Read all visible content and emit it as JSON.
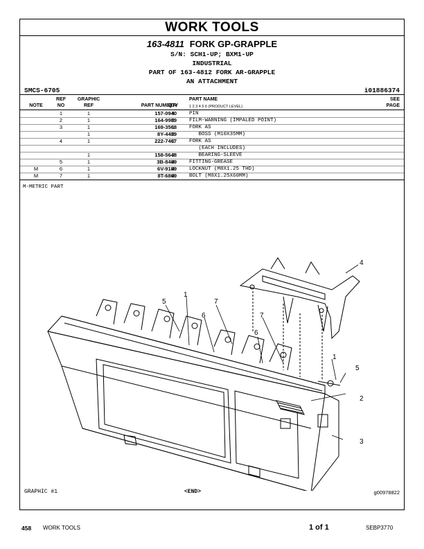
{
  "header": {
    "section_title": "WORK TOOLS",
    "part_number": "163-4811",
    "part_name": "FORK GP-GRAPPLE",
    "serial": "S/N: SCH1-UP; BXM1-UP",
    "industry": "INDUSTRIAL",
    "part_of": "PART OF 163-4812 FORK AR-GRAPPLE",
    "attachment": "AN ATTACHMENT",
    "smcs": "SMCS-6705",
    "doc_id": "i01886374"
  },
  "columns": {
    "note": "NOTE",
    "ref": "REF",
    "ref_no": "NO",
    "graphic": "GRAPHIC",
    "graphic_ref": "REF",
    "part_number": "PART NUMBER",
    "qty": "QTY",
    "part_name": "PART NAME",
    "product_level": "1   2   3   4   5   6   (PRODUCT LEVEL)",
    "see": "SEE",
    "page": "PAGE"
  },
  "rows": [
    {
      "note": "",
      "ref": "1",
      "gref": "1",
      "pn": "157-0940",
      "qty": "4",
      "name": "PIN"
    },
    {
      "note": "",
      "ref": "2",
      "gref": "1",
      "pn": "164-9989",
      "qty": "2",
      "name": "FILM-WARNING (IMPALED POINT)"
    },
    {
      "note": "",
      "ref": "3",
      "gref": "1",
      "pn": "169-3568",
      "qty": "1",
      "name": "FORK AS"
    },
    {
      "note": "",
      "ref": "",
      "gref": "1",
      "pn": "8Y-4489",
      "qty": "2",
      "name": "   BOSS (M10X35MM)"
    },
    {
      "note": "",
      "ref": "4",
      "gref": "1",
      "pn": "222-7467",
      "qty": "2",
      "name": "FORK AS"
    },
    {
      "note": "",
      "ref": "",
      "gref": "",
      "pn": "",
      "qty": "",
      "name": "   (EACH INCLUDES)"
    },
    {
      "note": "",
      "ref": "",
      "gref": "1",
      "pn": "158-5648",
      "qty": "2",
      "name": "   BEARING-SLEEVE"
    },
    {
      "note": "",
      "ref": "5",
      "gref": "1",
      "pn": "3B-8489",
      "qty": "4",
      "name": "FITTING-GREASE"
    },
    {
      "note": "M",
      "ref": "6",
      "gref": "1",
      "pn": "6V-9189",
      "qty": "4",
      "name": "LOCKNUT (M8X1.25 THD)"
    },
    {
      "note": "M",
      "ref": "7",
      "gref": "1",
      "pn": "8T-6869",
      "qty": "4",
      "name": "BOLT (M8X1.25X60MM)"
    }
  ],
  "metric_note": "M-METRIC PART",
  "callouts": [
    "1",
    "2",
    "3",
    "4",
    "5",
    "6",
    "7",
    "5",
    "7",
    "6",
    "1"
  ],
  "footer": {
    "graphic": "GRAPHIC #1",
    "end": "<END>",
    "graphic_id": "g00978822",
    "page_number": "458",
    "section": "WORK TOOLS",
    "page_of": "1 of 1",
    "doc": "SEBP3770"
  }
}
